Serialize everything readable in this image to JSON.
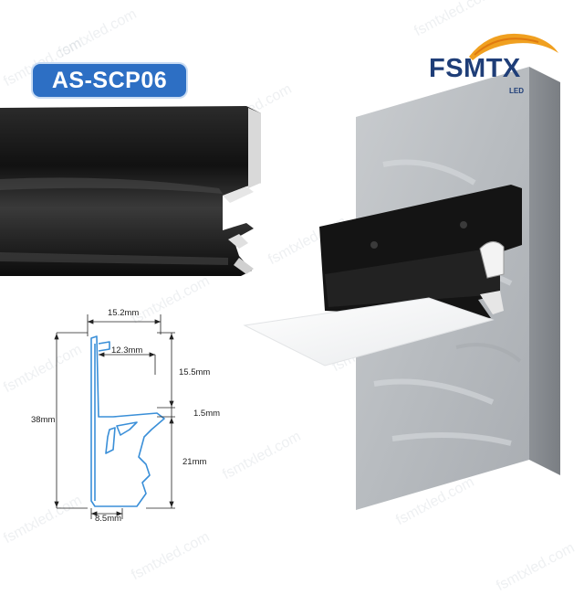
{
  "product": {
    "code": "AS-SCP06"
  },
  "brand": {
    "name": "FSMTX",
    "sub": "LED"
  },
  "watermark": "fsmtxled.com",
  "dimensions": {
    "width_top": "15.2mm",
    "inner_width": "12.3mm",
    "upper_height": "15.5mm",
    "gap": "1.5mm",
    "total_height": "38mm",
    "lower_height": "21mm",
    "bottom_width": "8.5mm"
  },
  "colors": {
    "badge": "#2d6fc4",
    "brand_text": "#1f3e78",
    "logo_arc": "#f0a020",
    "profile_outline": "#3a8fd8"
  }
}
